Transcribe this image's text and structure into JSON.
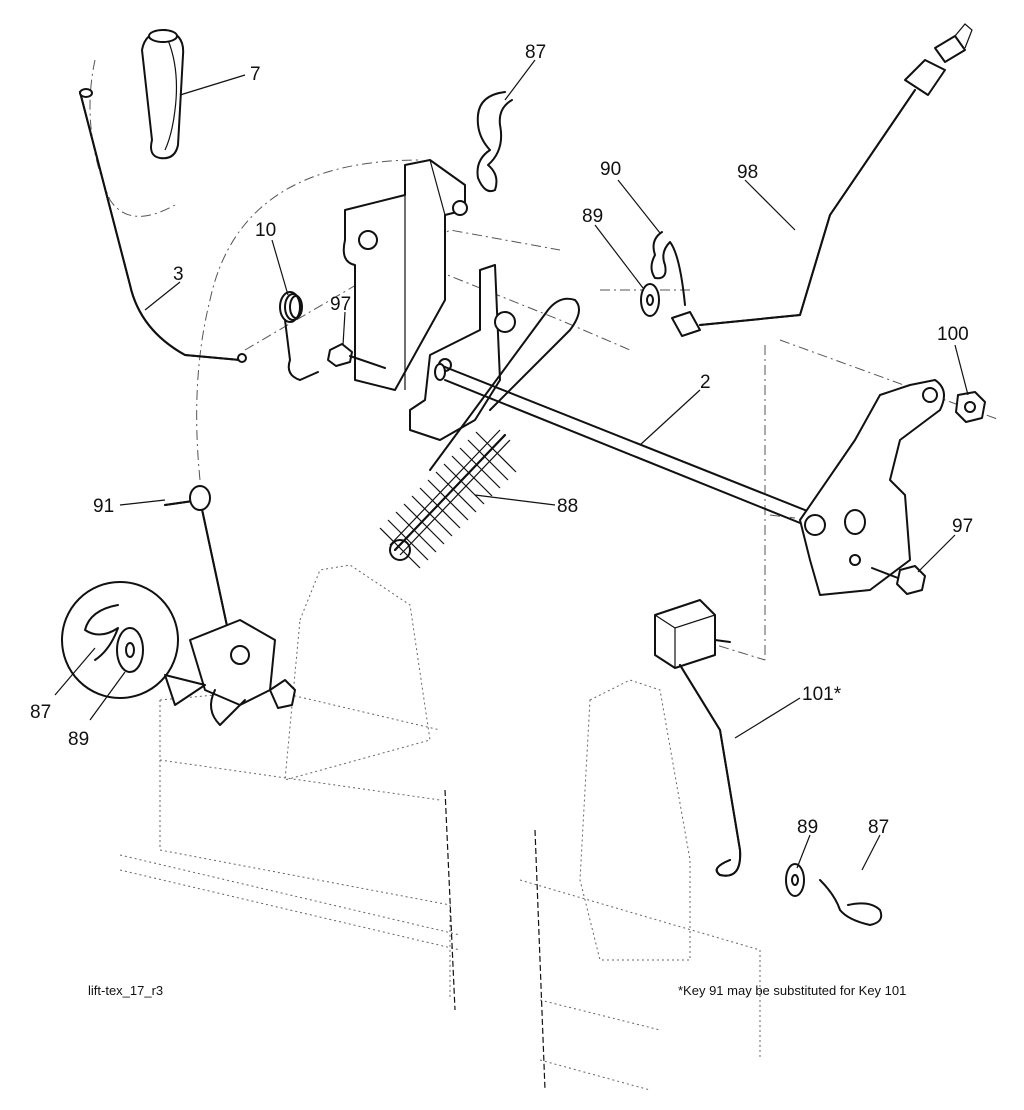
{
  "callouts": [
    {
      "id": "c7",
      "text": "7"
    },
    {
      "id": "c87a",
      "text": "87"
    },
    {
      "id": "c90",
      "text": "90"
    },
    {
      "id": "c98",
      "text": "98"
    },
    {
      "id": "c10",
      "text": "10"
    },
    {
      "id": "c89a",
      "text": "89"
    },
    {
      "id": "c3",
      "text": "3"
    },
    {
      "id": "c97a",
      "text": "97"
    },
    {
      "id": "c100",
      "text": "100"
    },
    {
      "id": "c2",
      "text": "2"
    },
    {
      "id": "c88",
      "text": "88"
    },
    {
      "id": "c91",
      "text": "91"
    },
    {
      "id": "c97b",
      "text": "97"
    },
    {
      "id": "c87b",
      "text": "87"
    },
    {
      "id": "c89b",
      "text": "89"
    },
    {
      "id": "c101",
      "text": "101*"
    },
    {
      "id": "c89c",
      "text": "89"
    },
    {
      "id": "c87c",
      "text": "87"
    }
  ],
  "figure_id": "lift-tex_17_r3",
  "footnote": "*Key 91 may be substituted for Key 101"
}
